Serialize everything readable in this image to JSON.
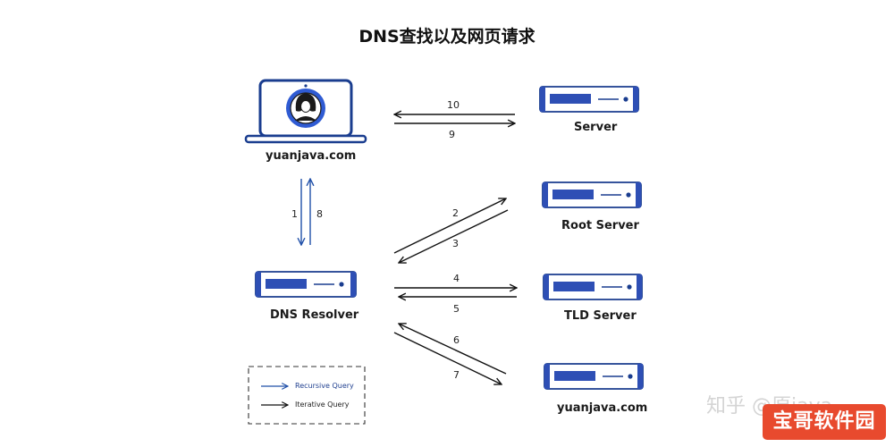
{
  "title": "DNS查找以及网页请求",
  "nodes": {
    "client": "yuanjava.com",
    "server": "Server",
    "root": "Root Server",
    "resolver": "DNS Resolver",
    "tld": "TLD Server",
    "auth": "yuanjava.com"
  },
  "steps": [
    "1",
    "2",
    "3",
    "4",
    "5",
    "6",
    "7",
    "8",
    "9",
    "10"
  ],
  "legend": {
    "recursive": "Recursive Query",
    "iterative": "Iterative Query"
  },
  "colors": {
    "recursive": "#1f4fa8",
    "iterative": "#111111",
    "server_accent": "#2e4fb5"
  },
  "watermarks": {
    "zhihu": "知乎 @原java",
    "badge": "宝哥软件园"
  }
}
